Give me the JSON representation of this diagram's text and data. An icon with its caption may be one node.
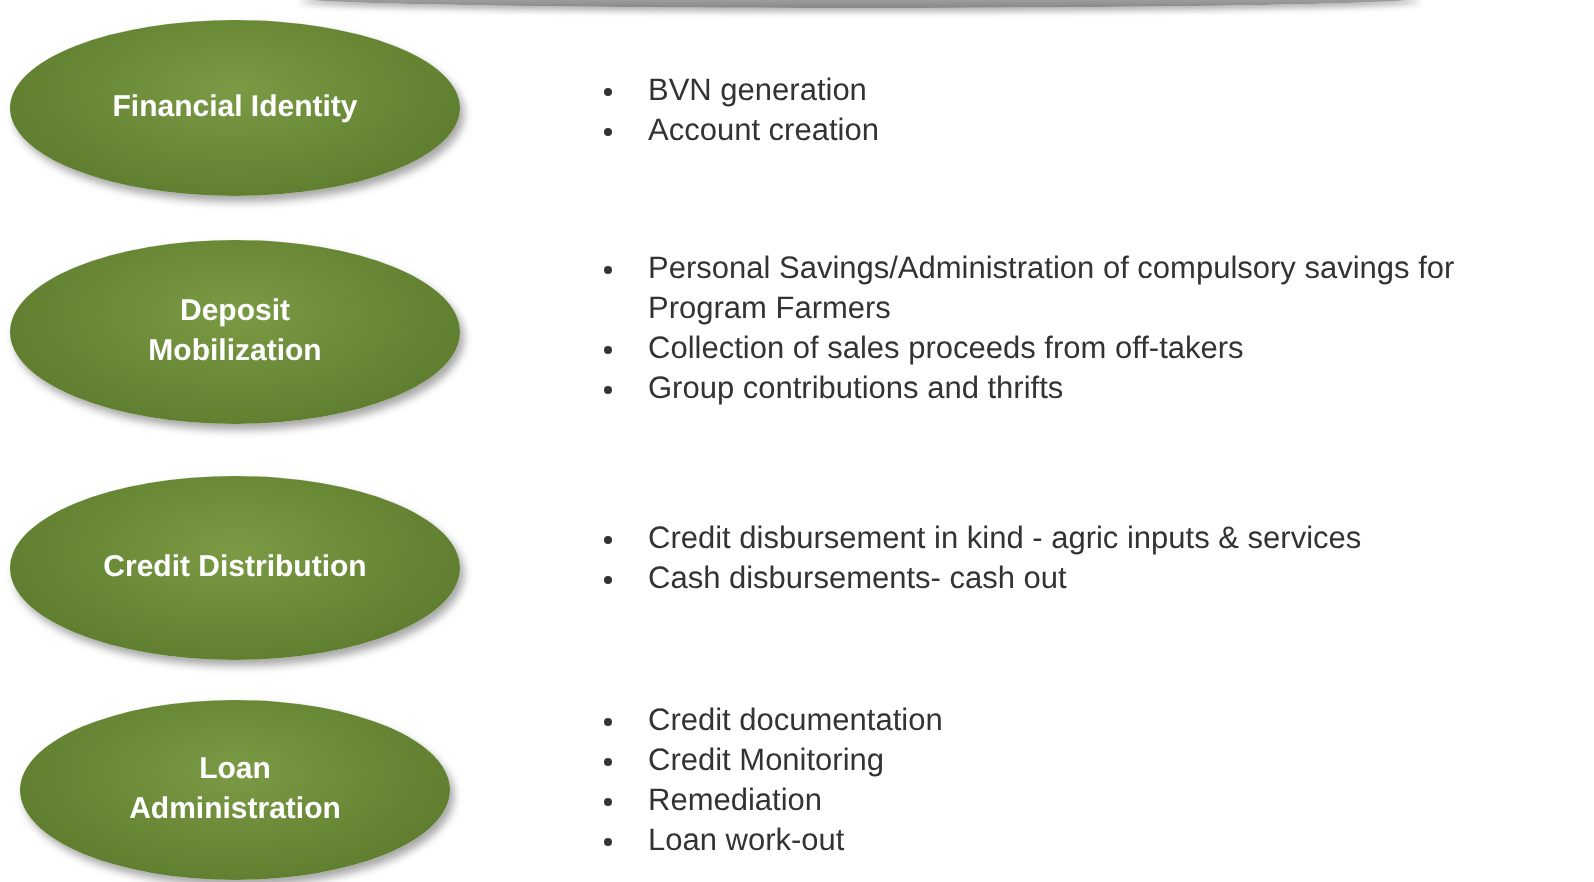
{
  "diagram": {
    "nodes": [
      {
        "text": [
          "Financial Identity"
        ],
        "beside": [
          "BVN generation",
          "Account creation"
        ]
      },
      {
        "text": [
          "Deposit Mobilization"
        ],
        "beside": [
          "Personal Savings/Administration of compulsory savings for Program Farmers",
          "Collection of sales proceeds from off-takers",
          "Group contributions and thrifts"
        ]
      },
      {
        "text": [
          "Credit Distribution"
        ],
        "beside": [
          "Credit disbursement in kind - agric inputs & services",
          "Cash disbursements- cash out"
        ]
      },
      {
        "text": [
          "Loan Administration"
        ],
        "beside": [
          "Credit documentation",
          "Credit Monitoring",
          "Remediation",
          "Loan work-out"
        ]
      }
    ]
  }
}
